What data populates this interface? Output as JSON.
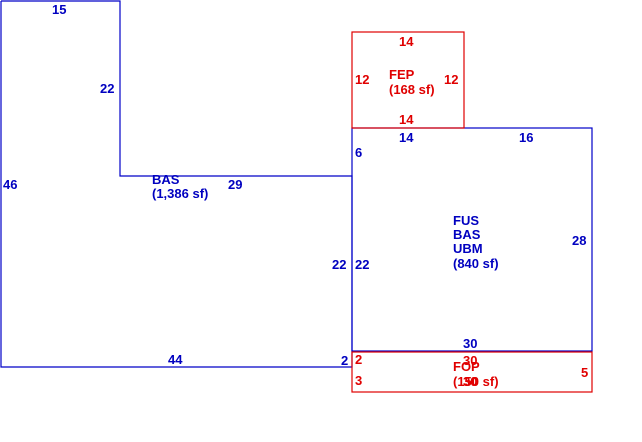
{
  "colors": {
    "living_area": "#0000c0",
    "porch_area": "#e00000",
    "background": "#ffffff"
  },
  "areas": {
    "bas": {
      "name": "BAS",
      "area": "(1,386 sf)"
    },
    "fus": {
      "line1": "FUS",
      "line2": "BAS",
      "line3": "UBM",
      "area": "(840 sf)"
    },
    "fep": {
      "name": "FEP",
      "area": "(168 sf)"
    },
    "fop": {
      "name": "FOP",
      "area": "(150 sf)"
    }
  },
  "dimensions": {
    "bas_top": "15",
    "bas_left": "46",
    "bas_inner_vertical": "22",
    "bas_step": "29",
    "bas_bottom": "44",
    "bas_bottom_right": "2",
    "bas_right": "22",
    "fep_top": "14",
    "fep_left": "12",
    "fep_right": "12",
    "fep_bottom": "14",
    "fus_top_left": "14",
    "fus_top_right": "16",
    "fus_left_top": "6",
    "fus_left": "22",
    "fus_right": "28",
    "fus_bottom": "30",
    "fop_top": "30",
    "fop_top_overlap": "30",
    "fop_left_top": "2",
    "fop_left": "3",
    "fop_right": "5"
  }
}
